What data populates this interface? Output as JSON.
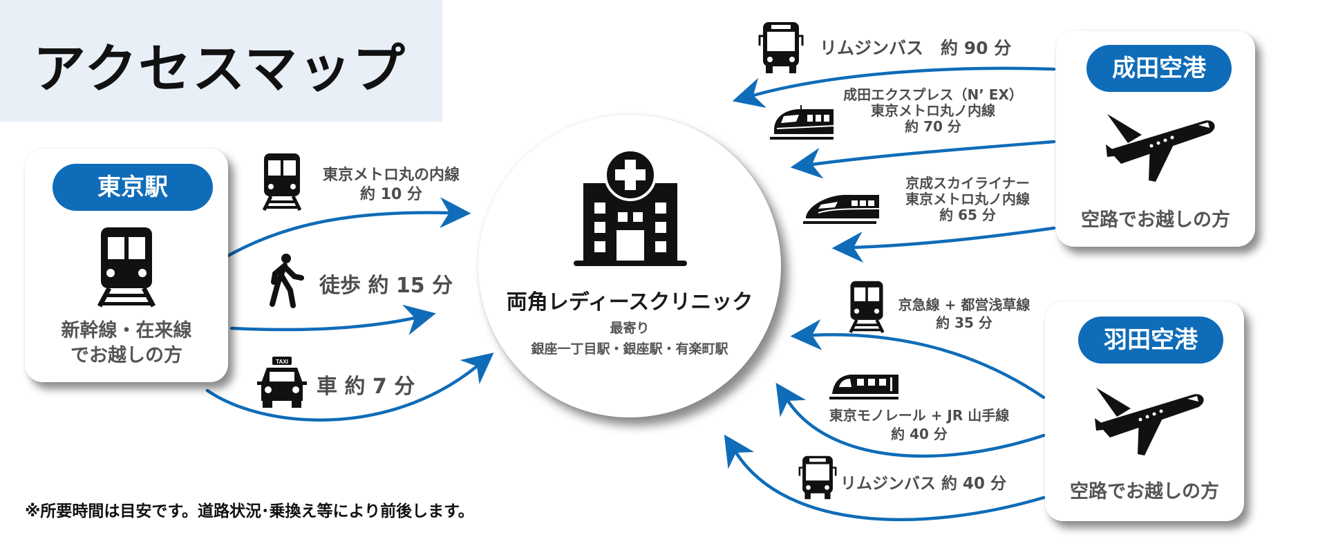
{
  "title": "アクセスマップ",
  "colors": {
    "accent": "#0f6cb8",
    "title_bg": "#e8eff7",
    "text_gray": "#4d4d4d",
    "icon": "#111111"
  },
  "destination": {
    "name": "両角レディースクリニック",
    "nearest_label": "最寄り",
    "nearest_stations": "銀座一丁目駅・銀座駅・有楽町駅",
    "icon": "hospital-icon"
  },
  "origins": {
    "tokyo_station": {
      "badge": "東京駅",
      "icon": "train-icon",
      "caption_line1": "新幹線・在来線",
      "caption_line2": "でお越しの方"
    },
    "narita": {
      "badge": "成田空港",
      "icon": "airplane-icon",
      "caption": "空路でお越しの方"
    },
    "haneda": {
      "badge": "羽田空港",
      "icon": "airplane-icon",
      "caption": "空路でお越しの方"
    }
  },
  "routes": {
    "tokyo": [
      {
        "icon": "train-icon",
        "line1": "東京メトロ丸の内線",
        "line2": "約 10 分"
      },
      {
        "icon": "walking-person-icon",
        "line1": "徒歩 約 15 分"
      },
      {
        "icon": "taxi-icon",
        "line1": "車 約 7 分"
      }
    ],
    "narita": [
      {
        "icon": "bus-icon",
        "line1": "リムジンバス　約 90 分"
      },
      {
        "icon": "express-train-icon",
        "line1": "成田エクスプレス（N’ EX）",
        "line2": "東京メトロ丸ノ内線",
        "line3": "約 70 分"
      },
      {
        "icon": "bullet-train-icon",
        "line1": "京成スカイライナー",
        "line2": "東京メトロ丸ノ内線",
        "line3": "約 65 分"
      }
    ],
    "haneda": [
      {
        "icon": "train-icon",
        "line1": "京急線 + 都営浅草線",
        "line2": "約 35 分"
      },
      {
        "icon": "monorail-icon",
        "line1": "東京モノレール + JR 山手線",
        "line2": "約 40 分"
      },
      {
        "icon": "bus-icon",
        "line1": "リムジンバス 約 40 分"
      }
    ]
  },
  "footnote": "※所要時間は目安です。道路状況･乗換え等により前後します。"
}
